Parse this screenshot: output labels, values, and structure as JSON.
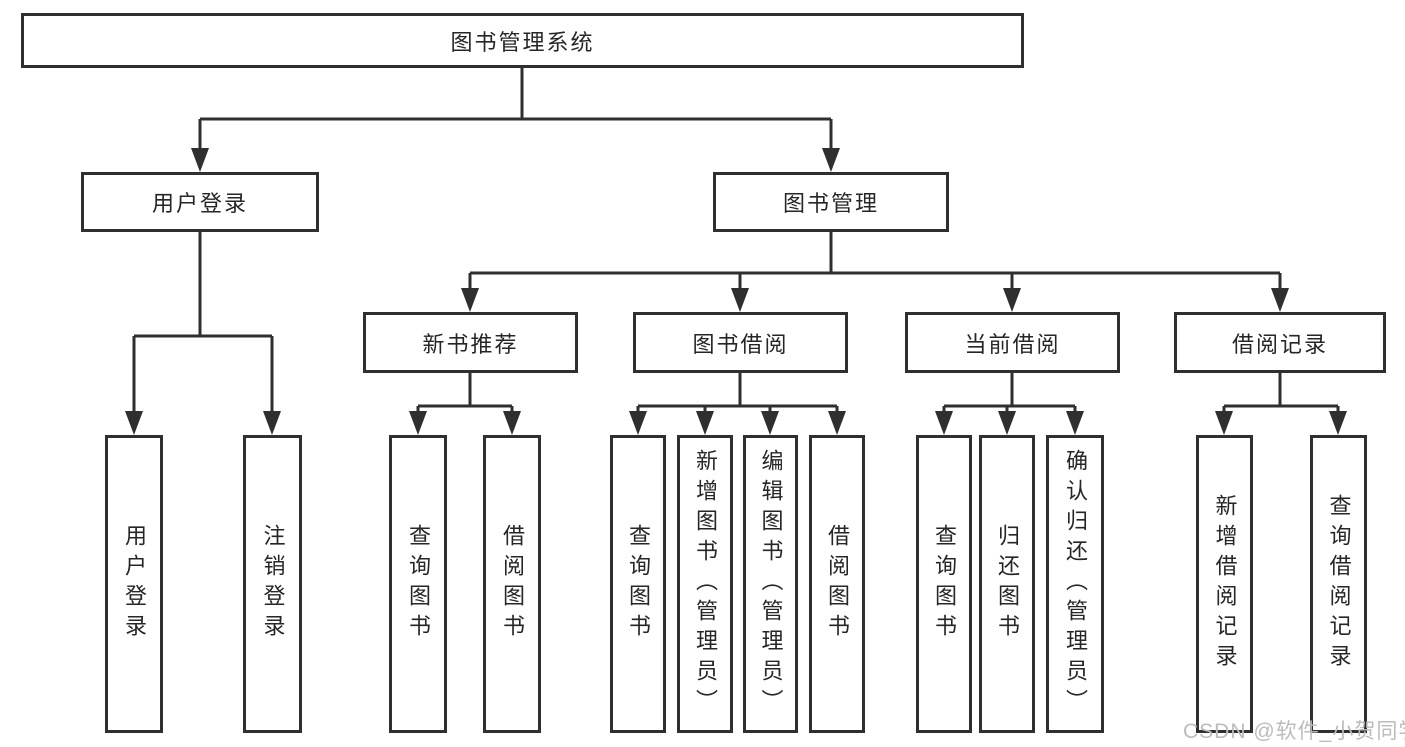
{
  "nodes": {
    "root": "图书管理系统",
    "user_login": "用户登录",
    "book_management": "图书管理",
    "new_book_recommend": "新书推荐",
    "book_borrow": "图书借阅",
    "current_borrow": "当前借阅",
    "borrow_records": "借阅记录",
    "leaf_user_login": "用户登录",
    "leaf_logout": "注销登录",
    "rec_query_books": "查询图书",
    "rec_borrow_books": "借阅图书",
    "bb_query_books": "查询图书",
    "bb_add_books_admin": "新增图书（管理员）",
    "bb_edit_books_admin": "编辑图书（管理员）",
    "bb_borrow_books": "借阅图书",
    "cb_query_books": "查询图书",
    "cb_return_books": "归还图书",
    "cb_confirm_return_admin": "确认归还（管理员）",
    "br_add_record": "新增借阅记录",
    "br_query_record": "查询借阅记录"
  },
  "watermark": {
    "text": "CSDN @软件_小贺同学"
  },
  "colors": {
    "line": "#2f2f2f",
    "box_border": "#2f2f2f",
    "text": "#262626",
    "background": "#ffffff",
    "watermark": "#bcbcbc"
  }
}
